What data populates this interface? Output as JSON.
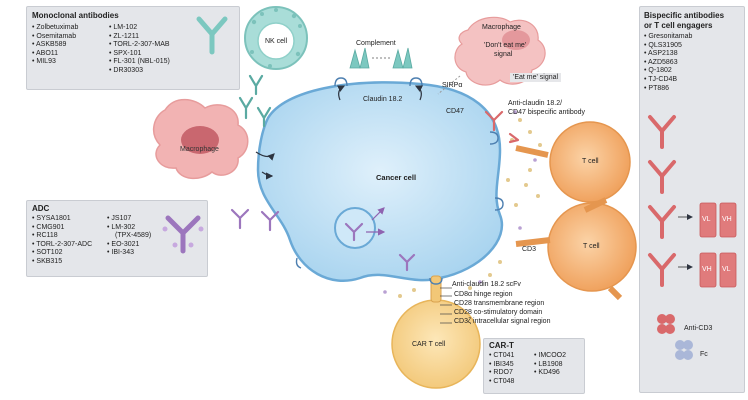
{
  "mono": {
    "title": "Monoclonal antibodies",
    "col1": [
      "Zolbetuximab",
      "Osemitamab",
      "ASKB589",
      "ABO11",
      "MIL93"
    ],
    "col2": [
      "LM-102",
      "ZL-1211",
      "TORL-2-307-MAB",
      "SPX-101",
      "FL-301 (NBL-015)",
      "DR30303"
    ]
  },
  "adc": {
    "title": "ADC",
    "col1": [
      "SYSA1801",
      "CMG901",
      "RC118",
      "TORL-2-307-ADC",
      "SOT102",
      "SKB315"
    ],
    "col2": [
      "JS107",
      "LM-302",
      "(TPX-4589)",
      "EO-3021",
      "IBI-343"
    ]
  },
  "bispecific": {
    "title_line1": "Bispecific antibodies",
    "title_line2": "or T cell engagers",
    "items": [
      "Gresonitamab",
      "QLS31905",
      "ASP2138",
      "AZD5863",
      "Q-1802",
      "TJ-CD4B",
      "PT886"
    ],
    "vl": "VL",
    "vh": "VH",
    "anti_cd3": "Anti-CD3",
    "fc": "Fc"
  },
  "cart": {
    "title": "CAR-T",
    "col1": [
      "CT041",
      "IBI345",
      "RDO7",
      "CT048"
    ],
    "col2": [
      "IMCOO2",
      "LB1908",
      "KD496"
    ]
  },
  "labels": {
    "nk_cell": "NK cell",
    "complement": "Complement",
    "macrophage_top": "Macrophage",
    "dont_eat": "'Don't eat me'",
    "signal": "signal",
    "eat_me": "'Eat me' signal",
    "sirpa": "SIRPα",
    "cd47": "CD47",
    "claudin": "Claudin 18.2",
    "anti_claudin_bi_1": "Anti-claudin 18.2/",
    "anti_claudin_bi_2": "CD47 bispecific antibody",
    "macrophage_left": "Macrophage",
    "cancer_cell": "Cancer cell",
    "t_cell_1": "T cell",
    "t_cell_2": "T cell",
    "cd3": "CD3",
    "scfv": "Anti-claudin 18.2 scFv",
    "cd8a": "CD8α hinge region",
    "cd28_tm": "CD28 transmembrane region",
    "cd28_co": "CD28 co-stimulatory domain",
    "cd3z": "CD3ζ intracellular signal region",
    "car_t_cell": "CAR T cell"
  },
  "colors": {
    "cancer": "#b7dcf2",
    "cancer_edge": "#7fb9de",
    "nk": "#a9ddd8",
    "macrophage": "#f2b3b3",
    "tcell": "#f5b57a",
    "antibody_teal": "#7cc8c0",
    "antibody_purple": "#a57fc0",
    "antibody_red": "#d9696b",
    "panel": "#e4e6ea"
  }
}
